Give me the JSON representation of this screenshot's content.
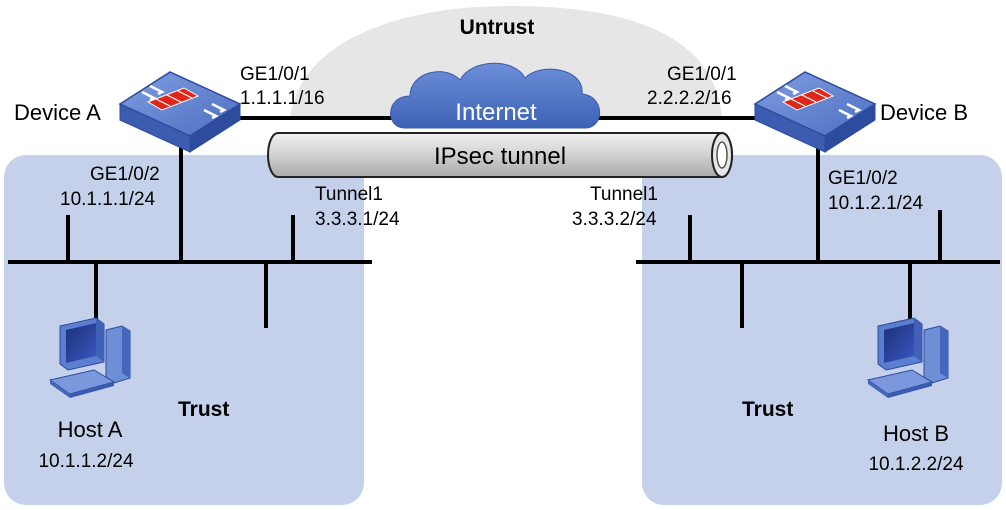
{
  "zones": {
    "untrust": "Untrust",
    "trust_left": "Trust",
    "trust_right": "Trust"
  },
  "cloud": {
    "label": "Internet"
  },
  "tunnel": {
    "label": "IPsec tunnel"
  },
  "device_a": {
    "name": "Device A",
    "uplink_if": "GE1/0/1",
    "uplink_ip": "1.1.1.1/16",
    "lan_if": "GE1/0/2",
    "lan_ip": "10.1.1.1/24",
    "tunnel_if": "Tunnel1",
    "tunnel_ip": "3.3.3.1/24"
  },
  "device_b": {
    "name": "Device B",
    "uplink_if": "GE1/0/1",
    "uplink_ip": "2.2.2.2/16",
    "lan_if": "GE1/0/2",
    "lan_ip": "10.1.2.1/24",
    "tunnel_if": "Tunnel1",
    "tunnel_ip": "3.3.3.2/24"
  },
  "host_a": {
    "name": "Host A",
    "ip": "10.1.1.2/24"
  },
  "host_b": {
    "name": "Host B",
    "ip": "10.1.2.2/24"
  },
  "colors": {
    "trust_zone": "#c5d1eb",
    "untrust_zone": "#e6e6e6",
    "cloud": "#4a6fc4",
    "device": "#5b7fd0",
    "device_stripe": "#e0251b",
    "tunnel": "#cfcfcf"
  }
}
